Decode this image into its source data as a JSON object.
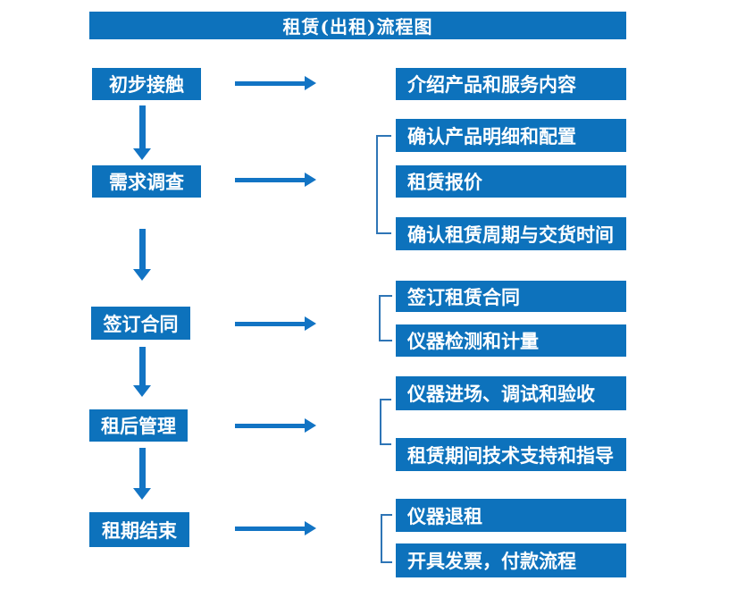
{
  "title": "租赁(出租)流程图",
  "colors": {
    "primary_blue": "#0d72bc",
    "arrow_blue": "#1274c4",
    "bracket_blue": "#2e75b6",
    "text": "#ffffff",
    "background": "#ffffff"
  },
  "steps": [
    {
      "label": "初步接触",
      "details": [
        "介绍产品和服务内容"
      ]
    },
    {
      "label": "需求调查",
      "details": [
        "确认产品明细和配置",
        "租赁报价",
        "确认租赁周期与交货时间"
      ]
    },
    {
      "label": "签订合同",
      "details": [
        "签订租赁合同",
        "仪器检测和计量"
      ]
    },
    {
      "label": "租后管理",
      "details": [
        "仪器进场、调试和验收",
        "租赁期间技术支持和指导"
      ]
    },
    {
      "label": "租期结束",
      "details": [
        "仪器退租",
        "开具发票，付款流程"
      ]
    }
  ]
}
